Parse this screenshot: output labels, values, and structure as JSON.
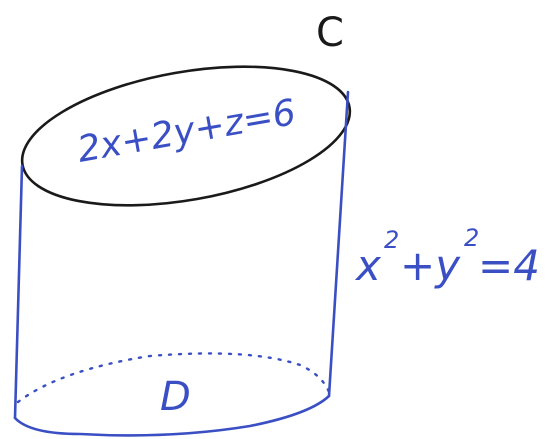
{
  "labels": {
    "curve": "C",
    "plane": "2x+2y+z=6",
    "cylinder_base": "x",
    "cylinder_exp1": "2",
    "cylinder_plus": "+y",
    "cylinder_exp2": "2",
    "cylinder_rhs": "=4",
    "region": "D"
  },
  "colors": {
    "ink": "#1a1a1a",
    "blue": "#3b4fc4"
  }
}
